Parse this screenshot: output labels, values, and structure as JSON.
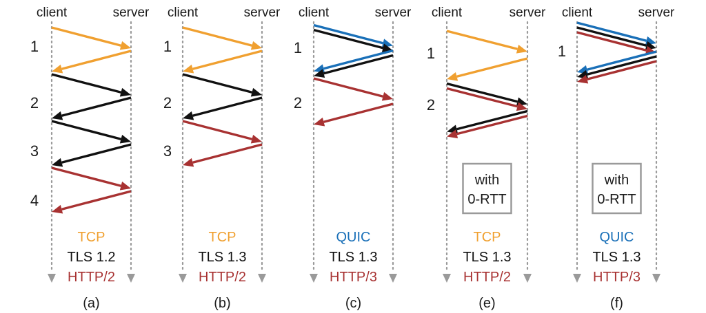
{
  "colors": {
    "tcp": "#f0a030",
    "quic": "#1a70b8",
    "tls": "#111111",
    "http": "#a83232",
    "timeline": "#9a9a9a",
    "box": "#9a9a9a"
  },
  "panels": [
    {
      "id": "a",
      "client_label": "client",
      "server_label": "server",
      "round_trips": [
        "1",
        "2",
        "3",
        "4"
      ],
      "stack": {
        "transport": "TCP",
        "tls": "TLS 1.2",
        "http": "HTTP/2"
      },
      "caption": "(a)",
      "note": null,
      "messages": [
        {
          "layers": [
            "tcp"
          ],
          "dir": "to-server"
        },
        {
          "layers": [
            "tcp"
          ],
          "dir": "to-client"
        },
        {
          "layers": [
            "tls"
          ],
          "dir": "to-server"
        },
        {
          "layers": [
            "tls"
          ],
          "dir": "to-client"
        },
        {
          "layers": [
            "tls"
          ],
          "dir": "to-server"
        },
        {
          "layers": [
            "tls"
          ],
          "dir": "to-client"
        },
        {
          "layers": [
            "http"
          ],
          "dir": "to-server"
        },
        {
          "layers": [
            "http"
          ],
          "dir": "to-client"
        }
      ]
    },
    {
      "id": "b",
      "client_label": "client",
      "server_label": "server",
      "round_trips": [
        "1",
        "2",
        "3"
      ],
      "stack": {
        "transport": "TCP",
        "tls": "TLS 1.3",
        "http": "HTTP/2"
      },
      "caption": "(b)",
      "note": null,
      "messages": [
        {
          "layers": [
            "tcp"
          ],
          "dir": "to-server"
        },
        {
          "layers": [
            "tcp"
          ],
          "dir": "to-client"
        },
        {
          "layers": [
            "tls"
          ],
          "dir": "to-server"
        },
        {
          "layers": [
            "tls"
          ],
          "dir": "to-client"
        },
        {
          "layers": [
            "http"
          ],
          "dir": "to-server"
        },
        {
          "layers": [
            "http"
          ],
          "dir": "to-client"
        }
      ]
    },
    {
      "id": "c",
      "client_label": "client",
      "server_label": "server",
      "round_trips": [
        "1",
        "2"
      ],
      "stack": {
        "transport": "QUIC",
        "tls": "TLS 1.3",
        "http": "HTTP/3"
      },
      "caption": "(c)",
      "note": null,
      "messages": [
        {
          "layers": [
            "quic",
            "tls"
          ],
          "dir": "to-server"
        },
        {
          "layers": [
            "quic",
            "tls"
          ],
          "dir": "to-client"
        },
        {
          "layers": [
            "http"
          ],
          "dir": "to-server"
        },
        {
          "layers": [
            "http"
          ],
          "dir": "to-client"
        }
      ]
    },
    {
      "id": "e",
      "client_label": "client",
      "server_label": "server",
      "round_trips": [
        "1",
        "2"
      ],
      "stack": {
        "transport": "TCP",
        "tls": "TLS 1.3",
        "http": "HTTP/2"
      },
      "caption": "(e)",
      "note": [
        "with",
        "0-RTT"
      ],
      "messages": [
        {
          "layers": [
            "tcp"
          ],
          "dir": "to-server"
        },
        {
          "layers": [
            "tcp"
          ],
          "dir": "to-client"
        },
        {
          "layers": [
            "tls",
            "http"
          ],
          "dir": "to-server"
        },
        {
          "layers": [
            "tls",
            "http"
          ],
          "dir": "to-client"
        }
      ]
    },
    {
      "id": "f",
      "client_label": "client",
      "server_label": "server",
      "round_trips": [
        "1"
      ],
      "stack": {
        "transport": "QUIC",
        "tls": "TLS 1.3",
        "http": "HTTP/3"
      },
      "caption": "(f)",
      "note": [
        "with",
        "0-RTT"
      ],
      "messages": [
        {
          "layers": [
            "quic",
            "tls",
            "http"
          ],
          "dir": "to-server"
        },
        {
          "layers": [
            "quic",
            "tls",
            "http"
          ],
          "dir": "to-client"
        }
      ]
    }
  ]
}
